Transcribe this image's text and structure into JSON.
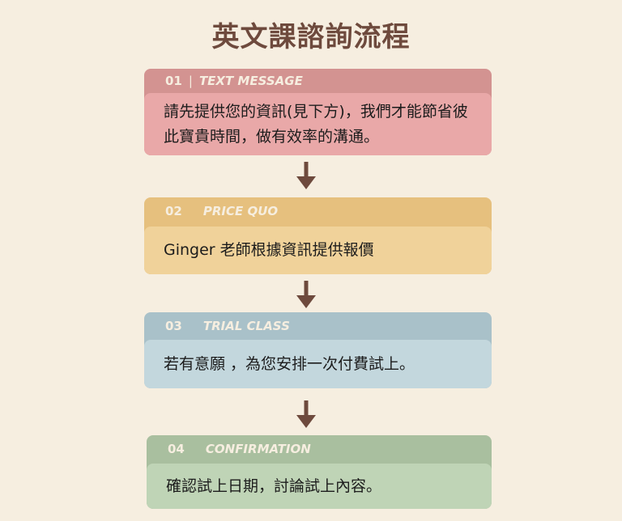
{
  "title": "英文課諮詢流程",
  "steps": [
    {
      "num": "01",
      "sep": "|",
      "label": "TEXT MESSAGE",
      "text": "請先提供您的資訊(見下方)，我們才能節省彼此寶貴時間，做有效率的溝通。",
      "header_color": "#d39391",
      "body_color": "#e9a8a8"
    },
    {
      "num": "02",
      "sep": "",
      "label": "PRICE QUO",
      "text": "Ginger 老師根據資訊提供報價",
      "header_color": "#e6c07e",
      "body_color": "#f0d29a"
    },
    {
      "num": "03",
      "sep": "",
      "label": "TRIAL CLASS",
      "text": "若有意願 ，為您安排一次付費試上。",
      "header_color": "#a9c1c9",
      "body_color": "#c3d7dd"
    },
    {
      "num": "04",
      "sep": "",
      "label": "CONFIRMATION",
      "text": "確認試上日期，討論試上內容。",
      "header_color": "#a9bf9f",
      "body_color": "#bfd4b6"
    }
  ],
  "arrow_color": "#6e4a3d"
}
